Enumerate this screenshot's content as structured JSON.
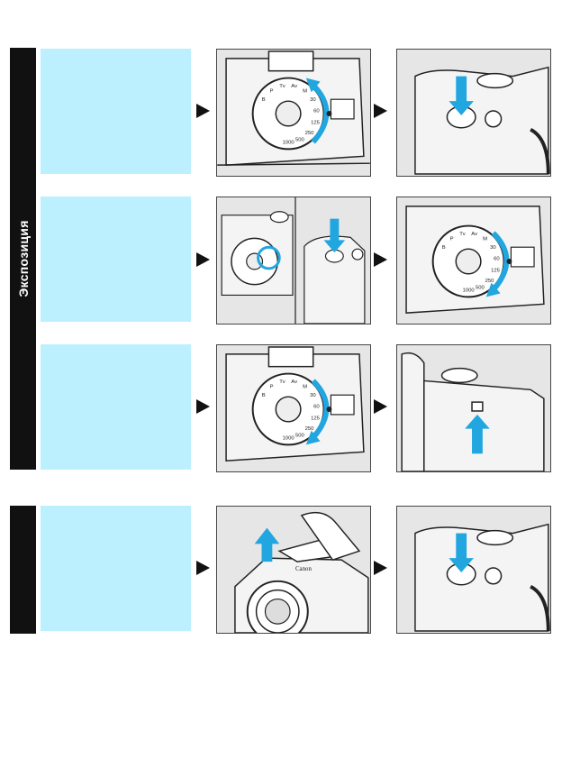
{
  "sidebar": {
    "section_label": "Экспозиция"
  },
  "colors": {
    "highlight_box": "#bdf0ff",
    "accent_arrow": "#22a6e0",
    "sidebar_bg": "#111111"
  },
  "dial": {
    "labels": [
      "B",
      "P",
      "Tv",
      "Av",
      "M",
      "30",
      "60",
      "125",
      "250",
      "500",
      "1000"
    ]
  },
  "camera": {
    "brand": "Canon"
  },
  "icons": [
    "play-arrow-icon",
    "press-arrow-icon",
    "rotate-arrow-icon",
    "lift-arrow-icon"
  ]
}
